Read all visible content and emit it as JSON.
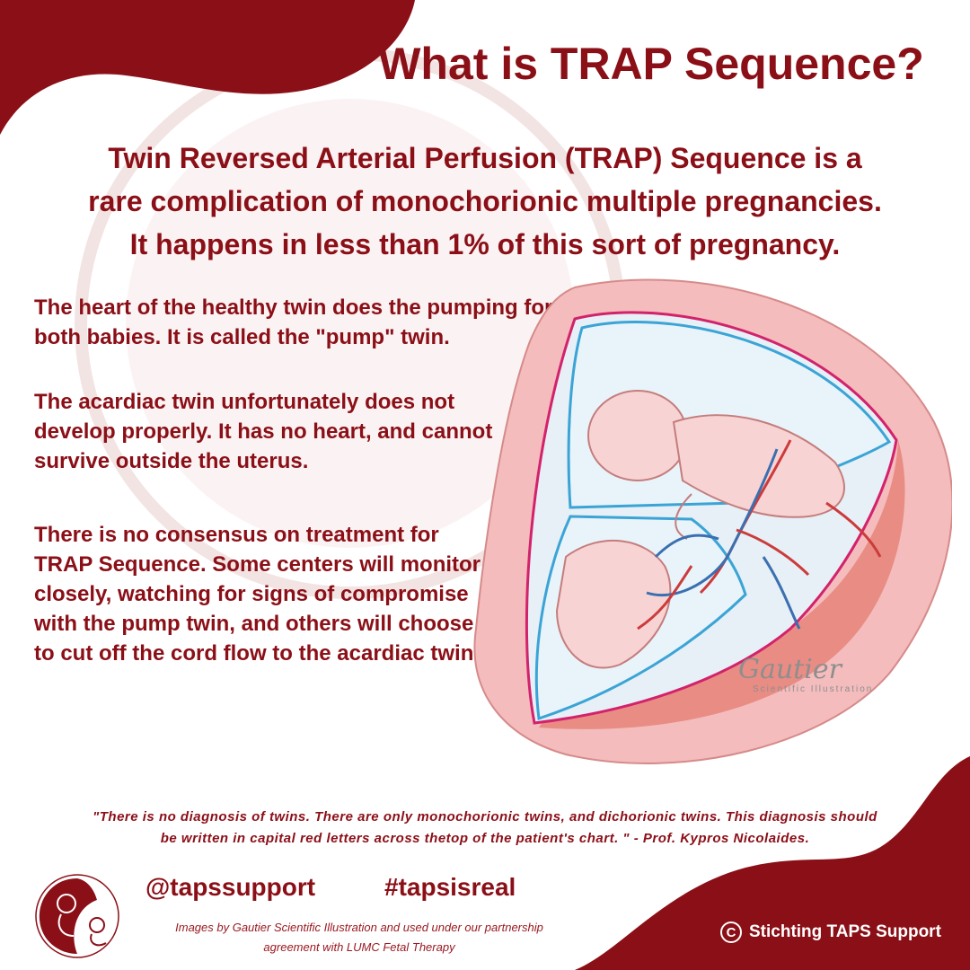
{
  "header": {
    "title": "What is TRAP Sequence?"
  },
  "intro": {
    "lines": [
      "Twin Reversed Arterial Perfusion (TRAP) Sequence is a",
      "rare complication of monochorionic multiple pregnancies.",
      "It happens in less than 1% of this sort of pregnancy."
    ]
  },
  "paragraphs": [
    "The heart of the healthy twin does the pumping for both babies. It is called the \"pump\" twin.",
    "The acardiac twin unfortunately does not develop properly. It has no heart, and cannot survive outside the uterus.",
    "There is no consensus on treatment for TRAP Sequence. Some centers will monitor closely, watching for signs of compromise with the pump twin, and others will choose to cut off the cord flow to the acardiac twin."
  ],
  "illustration": {
    "signature": "Gautier",
    "signature_sub": "Scientific Illustration"
  },
  "quote": {
    "lines": [
      "\"There is no diagnosis of twins. There are only monochorionic twins, and dichorionic twins. This diagnosis should",
      "be written in capital red letters across thetop of the patient's chart. \" - Prof. Kypros Nicolaides."
    ]
  },
  "footer": {
    "handle": "@tapssupport",
    "hashtag": "#tapsisreal",
    "credit_lines": [
      "Images by Gautier Scientific Illustration and used under our partnership",
      "agreement with LUMC Fetal Therapy"
    ],
    "copyright_symbol": "C",
    "copyright_text": "Stichting TAPS Support"
  },
  "colors": {
    "brand_red": "#8b0f17",
    "uterus_pink": "#f4bcbc",
    "sac_blue": "#3ba4d6"
  },
  "icons": {
    "logo": "twin-fetus-logo-icon",
    "copyright": "copyright-icon"
  }
}
